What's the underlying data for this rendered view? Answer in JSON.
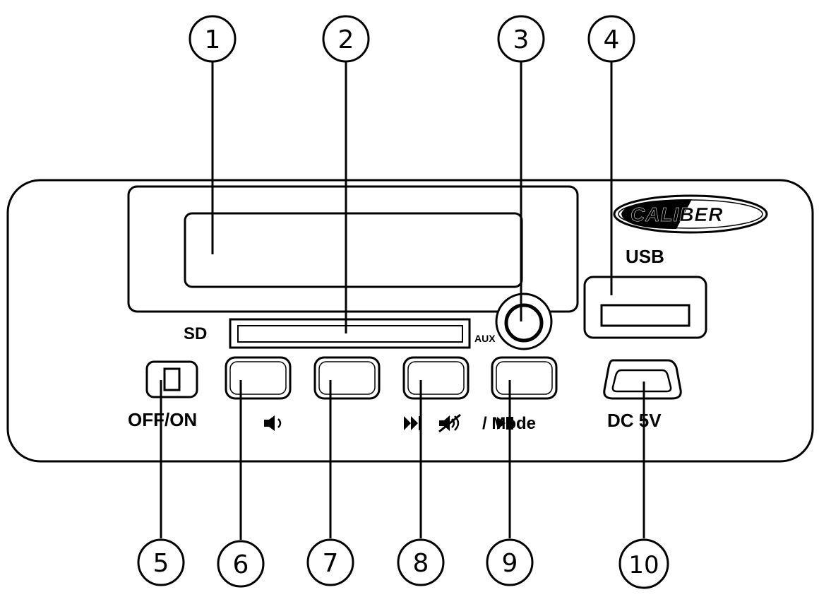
{
  "brand": {
    "name": "CALIBER"
  },
  "labels": {
    "usb": "USB",
    "sd": "SD",
    "aux": "AUX",
    "power": "OFF/ON",
    "dc": "DC 5V",
    "mode_suffix": "/ Mode"
  },
  "callouts": {
    "display": "1",
    "sd_slot": "2",
    "aux_jack": "3",
    "usb_port": "4",
    "power_switch": "5",
    "volume_button": "6",
    "button_7": "7",
    "next_button": "8",
    "mode_button": "9",
    "dc_port": "10"
  },
  "icons": {
    "volume": "speaker-icon",
    "next": "skip-next-icon",
    "mute": "mute-icon",
    "play_pause": "play-pause-icon"
  }
}
